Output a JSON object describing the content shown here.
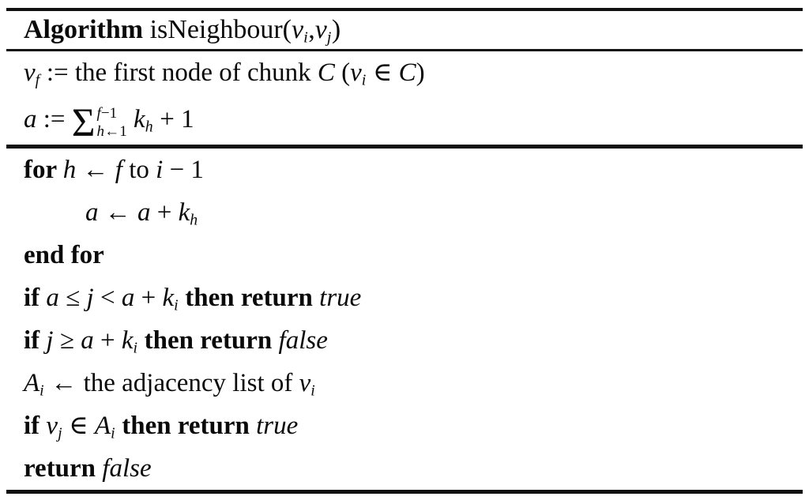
{
  "algorithm": {
    "title_segments": [
      {
        "t": "Algorithm ",
        "s": "kw"
      },
      {
        "t": "isNeighbour(",
        "s": "rm"
      },
      {
        "t": "v",
        "s": "it"
      },
      {
        "t": "i",
        "s": "sub"
      },
      {
        "t": ",",
        "s": "rm"
      },
      {
        "t": "v",
        "s": "it"
      },
      {
        "t": "j",
        "s": "sub"
      },
      {
        "t": ")",
        "s": "rm"
      }
    ],
    "init_lines": [
      {
        "name": "line-init-first-node",
        "indent": 0,
        "tall": false,
        "segments": [
          {
            "t": "v",
            "s": "it"
          },
          {
            "t": "f",
            "s": "sub"
          },
          {
            "t": " := the first node of chunk ",
            "s": "rm"
          },
          {
            "t": "C",
            "s": "it"
          },
          {
            "t": " (",
            "s": "rm"
          },
          {
            "t": "v",
            "s": "it"
          },
          {
            "t": "i",
            "s": "sub"
          },
          {
            "t": " ∈ ",
            "s": "rm"
          },
          {
            "t": "C",
            "s": "it"
          },
          {
            "t": ")",
            "s": "rm"
          }
        ]
      },
      {
        "name": "line-init-sum",
        "indent": 0,
        "tall": true,
        "segments": [
          {
            "t": "a",
            "s": "it"
          },
          {
            "t": " := ",
            "s": "rm"
          },
          {
            "sum": true,
            "symbol": "Σ",
            "sup": [
              {
                "t": "f",
                "s": "it"
              },
              {
                "t": "−1",
                "s": "rm"
              }
            ],
            "sub": [
              {
                "t": "h",
                "s": "it"
              },
              {
                "t": "←1",
                "s": "rm"
              }
            ]
          },
          {
            "t": " ",
            "s": "rm"
          },
          {
            "t": "k",
            "s": "it"
          },
          {
            "t": "h",
            "s": "sub"
          },
          {
            "t": " + 1",
            "s": "rm"
          }
        ]
      }
    ],
    "body_lines": [
      {
        "name": "line-for-loop",
        "indent": 0,
        "segments": [
          {
            "t": "for ",
            "s": "kw"
          },
          {
            "t": "h",
            "s": "it"
          },
          {
            "t": " ← ",
            "s": "rm"
          },
          {
            "t": "f",
            "s": "it"
          },
          {
            "t": " to ",
            "s": "rm"
          },
          {
            "t": "i",
            "s": "it"
          },
          {
            "t": " − 1",
            "s": "rm"
          }
        ]
      },
      {
        "name": "line-accumulate",
        "indent": 1,
        "segments": [
          {
            "t": "a",
            "s": "it"
          },
          {
            "t": " ← ",
            "s": "rm"
          },
          {
            "t": "a",
            "s": "it"
          },
          {
            "t": " + ",
            "s": "rm"
          },
          {
            "t": "k",
            "s": "it"
          },
          {
            "t": "h",
            "s": "sub"
          }
        ]
      },
      {
        "name": "line-end-for",
        "indent": 0,
        "segments": [
          {
            "t": "end for",
            "s": "kw"
          }
        ]
      },
      {
        "name": "line-if-in-range-return-true",
        "indent": 0,
        "segments": [
          {
            "t": "if ",
            "s": "kw"
          },
          {
            "t": "a",
            "s": "it"
          },
          {
            "t": " ≤ ",
            "s": "rm"
          },
          {
            "t": "j",
            "s": "it"
          },
          {
            "t": " < ",
            "s": "rm"
          },
          {
            "t": "a",
            "s": "it"
          },
          {
            "t": " + ",
            "s": "rm"
          },
          {
            "t": "k",
            "s": "it"
          },
          {
            "t": "i",
            "s": "sub"
          },
          {
            "t": " then return ",
            "s": "kw"
          },
          {
            "t": "true",
            "s": "itw"
          }
        ]
      },
      {
        "name": "line-if-beyond-range-return-false",
        "indent": 0,
        "segments": [
          {
            "t": "if ",
            "s": "kw"
          },
          {
            "t": "j",
            "s": "it"
          },
          {
            "t": " ≥ ",
            "s": "rm"
          },
          {
            "t": "a",
            "s": "it"
          },
          {
            "t": " + ",
            "s": "rm"
          },
          {
            "t": "k",
            "s": "it"
          },
          {
            "t": "i",
            "s": "sub"
          },
          {
            "t": " then return ",
            "s": "kw"
          },
          {
            "t": "false",
            "s": "itw"
          }
        ]
      },
      {
        "name": "line-adjacency-list",
        "indent": 0,
        "segments": [
          {
            "t": "A",
            "s": "it"
          },
          {
            "t": "i",
            "s": "sub"
          },
          {
            "t": " ← the adjacency list of ",
            "s": "rm"
          },
          {
            "t": "v",
            "s": "it"
          },
          {
            "t": "i",
            "s": "sub"
          }
        ]
      },
      {
        "name": "line-if-membership-return-true",
        "indent": 0,
        "segments": [
          {
            "t": "if ",
            "s": "kw"
          },
          {
            "t": "v",
            "s": "it"
          },
          {
            "t": "j",
            "s": "sub"
          },
          {
            "t": " ∈ ",
            "s": "rm"
          },
          {
            "t": "A",
            "s": "it"
          },
          {
            "t": "i",
            "s": "sub"
          },
          {
            "t": " then return ",
            "s": "kw"
          },
          {
            "t": "true",
            "s": "itw"
          }
        ]
      },
      {
        "name": "line-return-false",
        "indent": 0,
        "segments": [
          {
            "t": "return ",
            "s": "kw"
          },
          {
            "t": "false",
            "s": "itw"
          }
        ]
      }
    ],
    "colors": {
      "text": "#0a0a0a",
      "background": "#ffffff",
      "rule": "#111111"
    }
  }
}
